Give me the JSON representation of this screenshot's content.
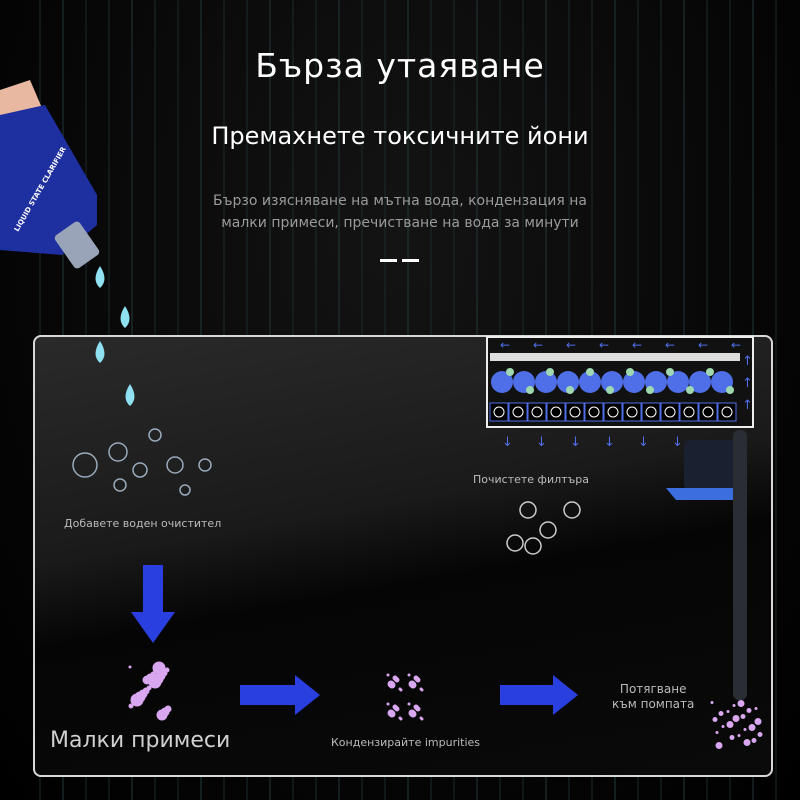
{
  "header": {
    "title": "Бърза утаяване",
    "subtitle": "Премахнете токсичните йони",
    "description_line1": "Бързо изясняване на мътна вода, кондензация на",
    "description_line2": "малки примеси, пречистване на вода за минути"
  },
  "steps": {
    "add_cleaner": "Добавете воден очистител",
    "clean_filter": "Почистете филтъра",
    "small_impurities": "Малки примеси",
    "condense": "Кондензирайте impurities",
    "pump_line1": "Потягване",
    "pump_line2": "към помпата"
  },
  "bottle": {
    "label": "LIQUID STATE CLARIFIER"
  },
  "colors": {
    "arrow": "#2a3fe0",
    "filter_blue": "#4f6fe8",
    "filter_green": "#9fd8b0",
    "impurity": "#d9a6f0"
  }
}
